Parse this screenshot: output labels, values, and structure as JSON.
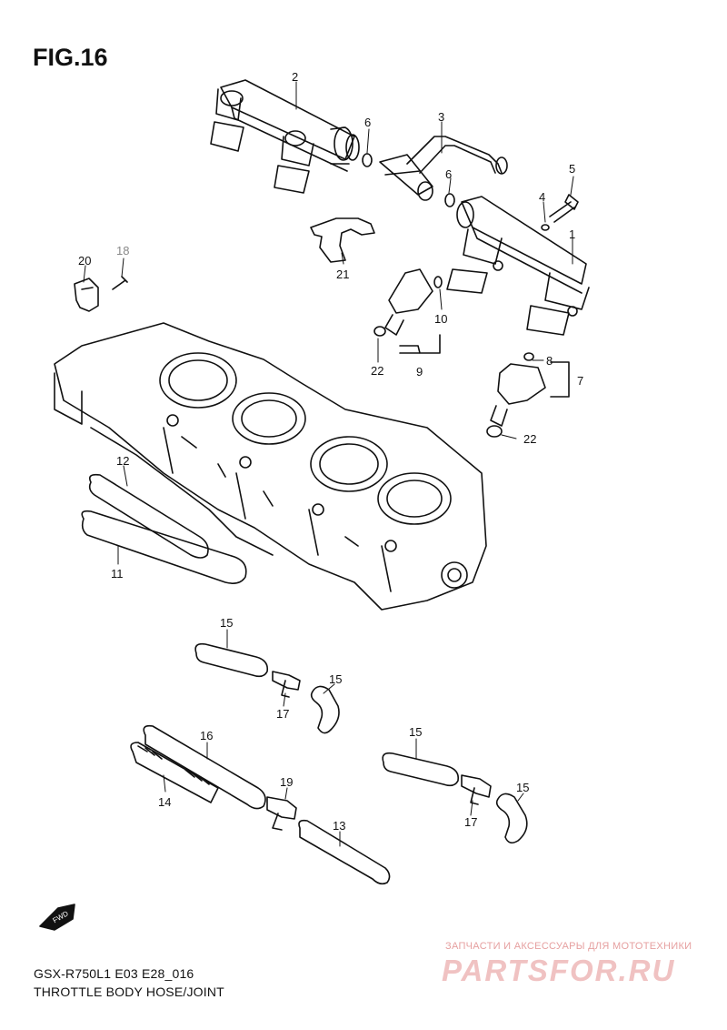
{
  "figure": {
    "title": "FIG.16"
  },
  "footer": {
    "model_code": "GSX-R750L1  E03  E28_016",
    "caption": "THROTTLE BODY HOSE/JOINT"
  },
  "direction_badge": "FWD",
  "watermark": {
    "subtitle": "ЗАПЧАСТИ И АКСЕССУАРЫ ДЛЯ МОТОТЕХНИКИ",
    "brand": "PARTSFOR.RU"
  },
  "callouts": [
    "2",
    "6",
    "3",
    "6",
    "5",
    "4",
    "1",
    "20",
    "18",
    "21",
    "10",
    "9",
    "22",
    "8",
    "7",
    "22",
    "12",
    "11",
    "15",
    "15",
    "17",
    "16",
    "14",
    "19",
    "13",
    "15",
    "17",
    "15"
  ],
  "colors": {
    "line": "#111111",
    "background": "#ffffff",
    "watermark": "#f0c2c2"
  }
}
